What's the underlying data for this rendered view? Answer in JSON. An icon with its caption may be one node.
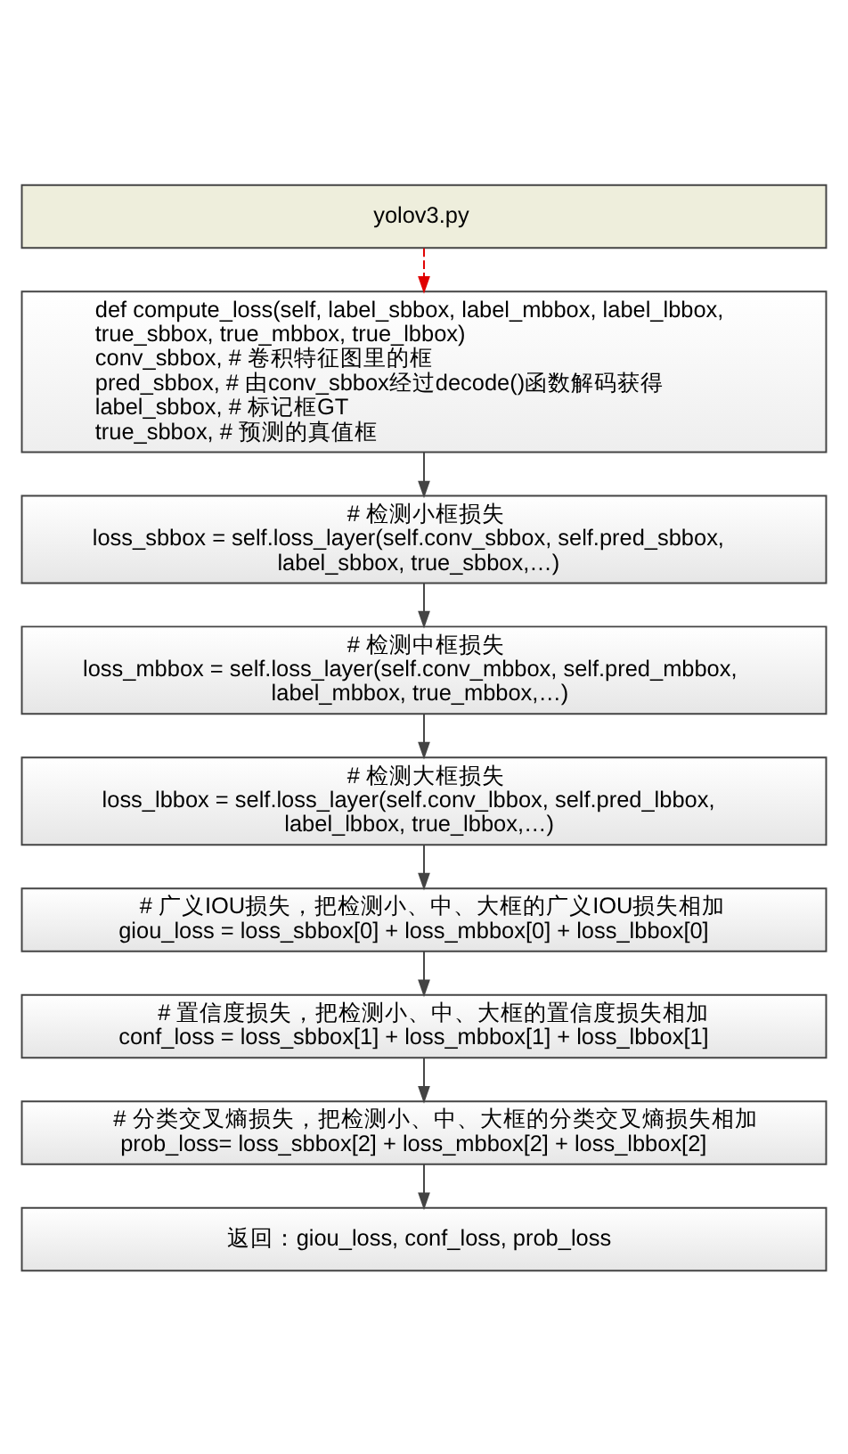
{
  "diagram": {
    "nodes": [
      {
        "text": [
          "yolov3.py"
        ]
      },
      {
        "text": [
          "def compute_loss(self, label_sbbox, label_mbbox, label_lbbox, true_sbbox, true_mbbox, true_lbbox)",
          "conv_sbbox, # 卷积特征图里的框",
          "pred_sbbox, # 由conv_sbbox经过decode()函数解码获得",
          "label_sbbox, # 标记框GT",
          "true_sbbox, # 预测的真值框"
        ]
      },
      {
        "text": [
          "# 检测小框损失",
          "loss_sbbox = self.loss_layer(self.conv_sbbox, self.pred_sbbox, label_sbbox, true_sbbox,…)"
        ]
      },
      {
        "text": [
          "# 检测中框损失",
          "loss_mbbox = self.loss_layer(self.conv_mbbox, self.pred_mbbox, label_mbbox, true_mbbox,…)"
        ]
      },
      {
        "text": [
          "# 检测大框损失",
          "loss_lbbox = self.loss_layer(self.conv_lbbox, self.pred_lbbox, label_lbbox, true_lbbox,…)"
        ]
      },
      {
        "text": [
          "# 广义IOU损失，把检测小、中、大框的广义IOU损失相加",
          "giou_loss = loss_sbbox[0] + loss_mbbox[0] + loss_lbbox[0]"
        ]
      },
      {
        "text": [
          "# 置信度损失，把检测小、中、大框的置信度损失相加",
          "conf_loss = loss_sbbox[1] + loss_mbbox[1] + loss_lbbox[1]"
        ]
      },
      {
        "text": [
          "# 分类交叉熵损失，把检测小、中、大框的分类交叉熵损失相加",
          "prob_loss= loss_sbbox[2] + loss_mbbox[2] + loss_lbbox[2]"
        ]
      },
      {
        "text": [
          "返回：giou_loss, conf_loss, prob_loss"
        ]
      }
    ],
    "edges": [
      {
        "from": 0,
        "to": 1,
        "arrow": "to",
        "style": "dashed",
        "color": "#e00000"
      },
      {
        "from": 1,
        "to": 2,
        "arrow": "to"
      },
      {
        "from": 2,
        "to": 3,
        "arrow": "to"
      },
      {
        "from": 3,
        "to": 4,
        "arrow": "to"
      },
      {
        "from": 4,
        "to": 5,
        "arrow": "to"
      },
      {
        "from": 5,
        "to": 6,
        "arrow": "to"
      },
      {
        "from": 6,
        "to": 7,
        "arrow": "to"
      },
      {
        "from": 7,
        "to": 8,
        "arrow": "to"
      }
    ]
  }
}
